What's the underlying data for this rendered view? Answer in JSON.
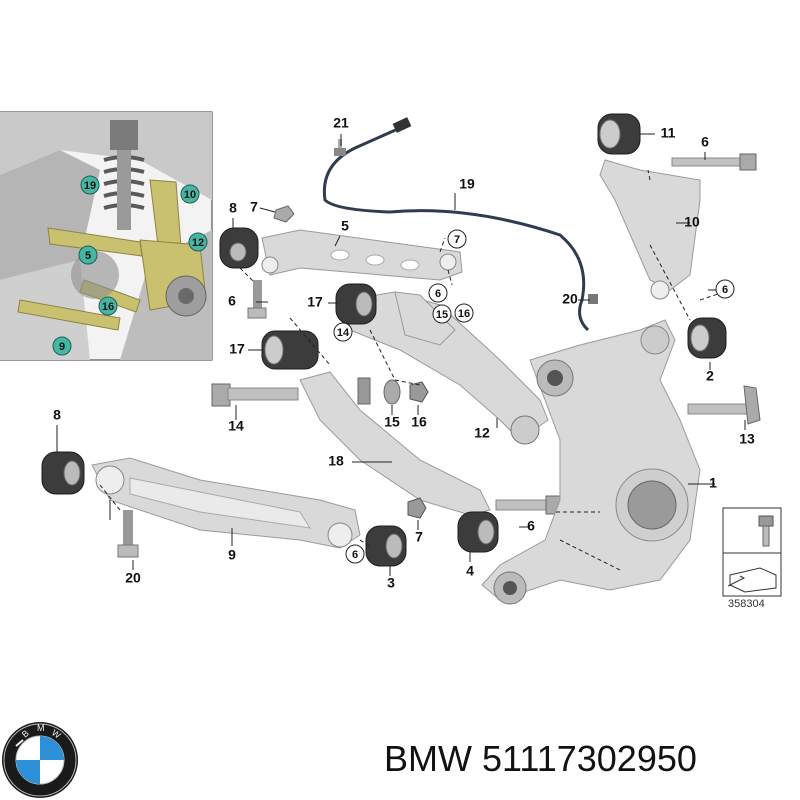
{
  "brand": "BMW",
  "part_number": "51117302950",
  "diagram_ref": "358304",
  "callouts_inset": [
    "19",
    "10",
    "5",
    "12",
    "16",
    "9"
  ],
  "callouts_main": [
    "21",
    "19",
    "11",
    "6",
    "10",
    "8",
    "7",
    "5",
    "7",
    "6",
    "6",
    "20",
    "17",
    "14",
    "6",
    "15",
    "16",
    "2",
    "17",
    "14",
    "15",
    "16",
    "12",
    "13",
    "1",
    "8",
    "18",
    "9",
    "6",
    "7",
    "6",
    "3",
    "4",
    "20"
  ],
  "icon": "bmw-roundel-icon",
  "colors": {
    "highlight": "#c9c070",
    "callout_teal": "#46b6a4",
    "parts": "#d9d9d9"
  }
}
